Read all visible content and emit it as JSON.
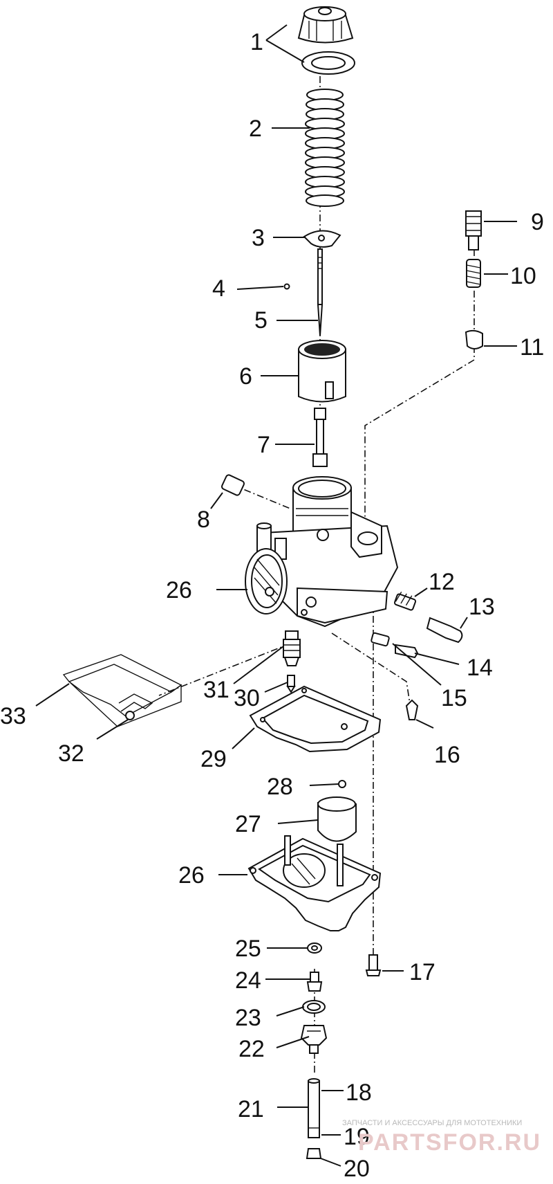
{
  "diagram": {
    "callouts": [
      {
        "id": "callout-1",
        "text": "1"
      },
      {
        "id": "callout-2",
        "text": "2"
      },
      {
        "id": "callout-3",
        "text": "3"
      },
      {
        "id": "callout-4",
        "text": "4"
      },
      {
        "id": "callout-5",
        "text": "5"
      },
      {
        "id": "callout-6",
        "text": "6"
      },
      {
        "id": "callout-7",
        "text": "7"
      },
      {
        "id": "callout-8",
        "text": "8"
      },
      {
        "id": "callout-9",
        "text": "9"
      },
      {
        "id": "callout-10",
        "text": "10"
      },
      {
        "id": "callout-11",
        "text": "11"
      },
      {
        "id": "callout-12",
        "text": "12"
      },
      {
        "id": "callout-13",
        "text": "13"
      },
      {
        "id": "callout-14",
        "text": "14"
      },
      {
        "id": "callout-15",
        "text": "15"
      },
      {
        "id": "callout-16",
        "text": "16"
      },
      {
        "id": "callout-17",
        "text": "17"
      },
      {
        "id": "callout-18",
        "text": "18"
      },
      {
        "id": "callout-19",
        "text": "19"
      },
      {
        "id": "callout-20",
        "text": "20"
      },
      {
        "id": "callout-21",
        "text": "21"
      },
      {
        "id": "callout-22",
        "text": "22"
      },
      {
        "id": "callout-23",
        "text": "23"
      },
      {
        "id": "callout-24",
        "text": "24"
      },
      {
        "id": "callout-25",
        "text": "25"
      },
      {
        "id": "callout-26a",
        "text": "26"
      },
      {
        "id": "callout-26b",
        "text": "26"
      },
      {
        "id": "callout-27",
        "text": "27"
      },
      {
        "id": "callout-28",
        "text": "28"
      },
      {
        "id": "callout-29",
        "text": "29"
      },
      {
        "id": "callout-30",
        "text": "30"
      },
      {
        "id": "callout-31",
        "text": "31"
      },
      {
        "id": "callout-32",
        "text": "32"
      },
      {
        "id": "callout-33",
        "text": "33"
      }
    ]
  },
  "watermark": {
    "tagline": "ЗАПЧАСТИ И АКСЕССУАРЫ ДЛЯ МОТОТЕХНИКИ",
    "brand": "PARTSFOR.RU"
  }
}
